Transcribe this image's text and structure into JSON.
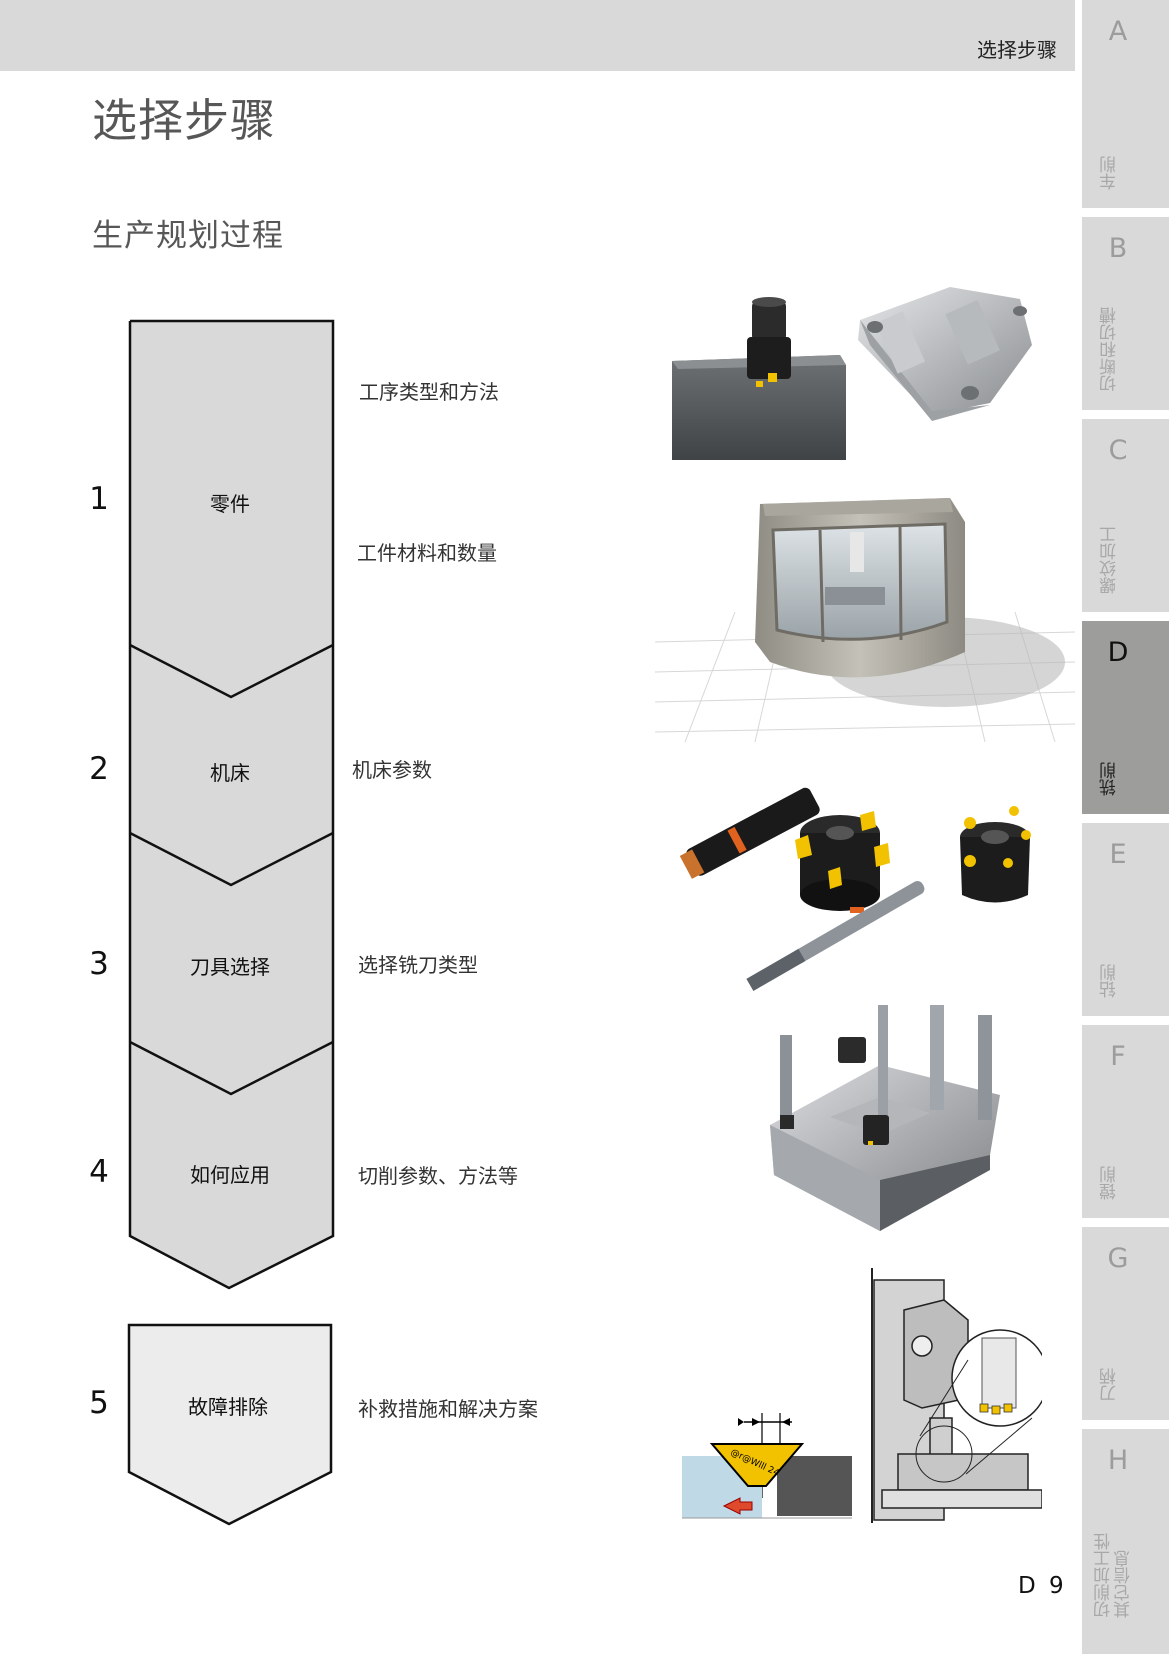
{
  "header": {
    "title": "选择步骤"
  },
  "page": {
    "title": "选择步骤",
    "section_title": "生产规划过程",
    "number": "D 9"
  },
  "steps": [
    {
      "num": "1",
      "label": "零件",
      "descriptions": [
        "工序类型和方法",
        "工件材料和数量"
      ]
    },
    {
      "num": "2",
      "label": "机床",
      "descriptions": [
        "机床参数"
      ]
    },
    {
      "num": "3",
      "label": "刀具选择",
      "descriptions": [
        "选择铣刀类型"
      ]
    },
    {
      "num": "4",
      "label": "如何应用",
      "descriptions": [
        "切削参数、方法等"
      ]
    },
    {
      "num": "5",
      "label": "故障排除",
      "descriptions": [
        "补救措施和解决方案"
      ]
    }
  ],
  "illustrations": [
    {
      "name": "face-milling-and-component-image"
    },
    {
      "name": "machining-center-image"
    },
    {
      "name": "milling-cutters-image"
    },
    {
      "name": "milling-application-image"
    },
    {
      "name": "troubleshooting-diagram-image",
      "text": "@r@Wlll 24"
    }
  ],
  "tabs": [
    {
      "letter": "A",
      "name": "车削",
      "active": false
    },
    {
      "letter": "B",
      "name": "切断和切槽",
      "active": false
    },
    {
      "letter": "C",
      "name": "螺纹加工",
      "active": false
    },
    {
      "letter": "D",
      "name": "铣削",
      "active": true
    },
    {
      "letter": "E",
      "name": "钻削",
      "active": false
    },
    {
      "letter": "F",
      "name": "镗削",
      "active": false
    },
    {
      "letter": "G",
      "name": "刀柄",
      "active": false
    },
    {
      "letter": "H",
      "name": "切削加工性\n其它信息",
      "active": false
    }
  ],
  "colors": {
    "tab_bg": "#d9d9d9",
    "tab_active_bg": "#9d9d9b",
    "step_fill": "#d9d9d9",
    "step5_fill": "#ececec",
    "insert_yellow": "#f2c200"
  }
}
